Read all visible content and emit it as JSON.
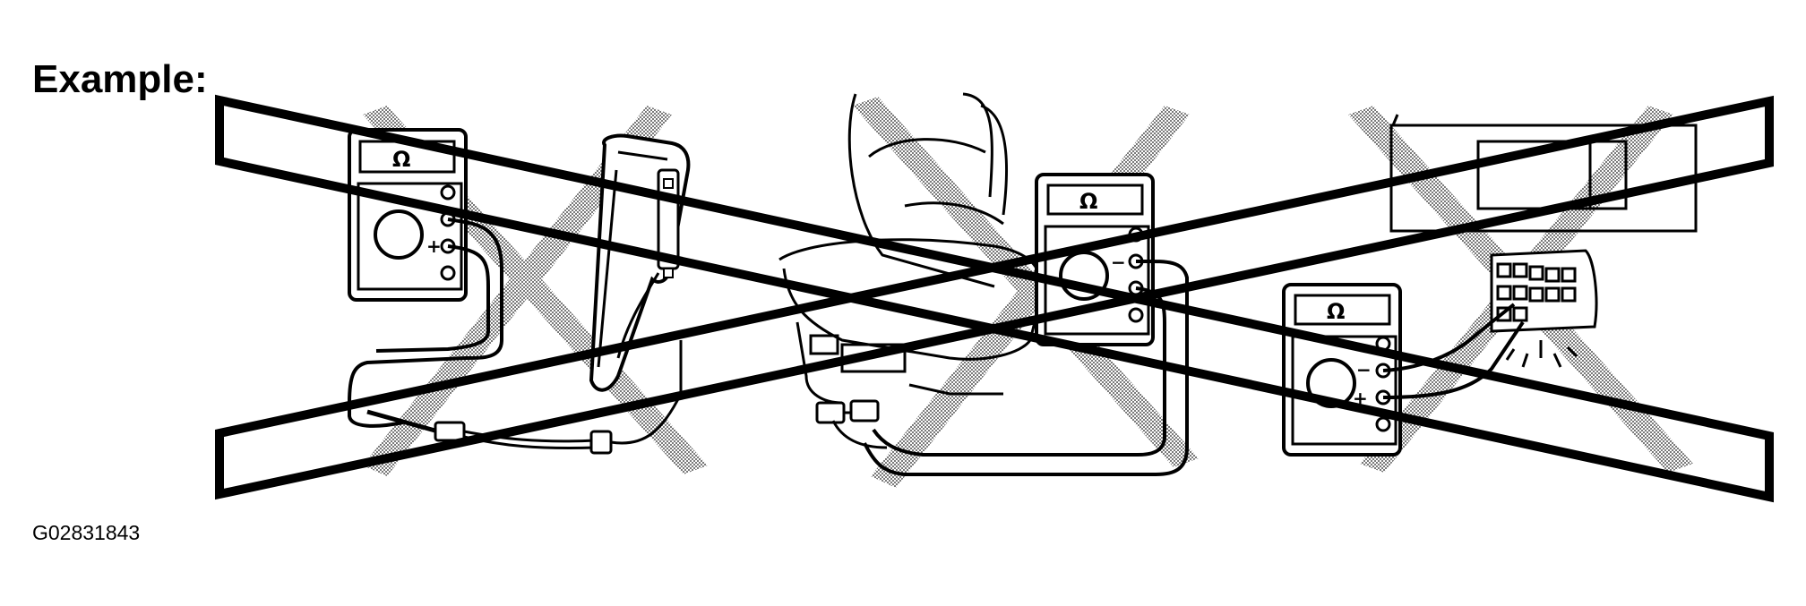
{
  "heading": "Example:",
  "figure_id": "G02831843",
  "meter": {
    "ohm_symbol": "Ω",
    "minus_symbol": "−",
    "plus_symbol": "+"
  },
  "colors": {
    "ink": "#000000",
    "gray_x": "#9a9a9a",
    "background": "#ffffff"
  },
  "panels": [
    {
      "name": "meter-on-side-airbag-connector",
      "prohibited": true
    },
    {
      "name": "meter-on-seat-connector",
      "prohibited": true
    },
    {
      "name": "meter-on-module-connector",
      "prohibited": true
    }
  ],
  "overall_prohibited": true
}
